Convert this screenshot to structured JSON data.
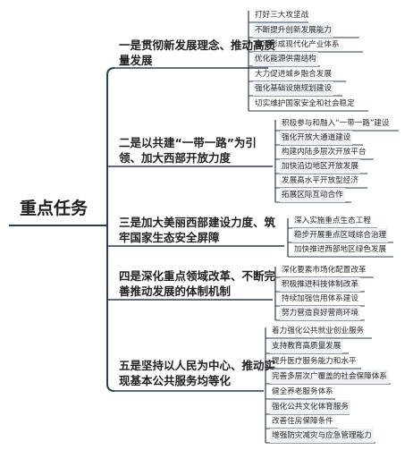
{
  "root": "重点任务",
  "branches": [
    {
      "label": "一是贯彻新发展理念、推动高质量发展",
      "items": [
        "打好三大攻坚战",
        "不断提升创新发展能力",
        "推动形成现代化产业体系",
        "优化能源供需结构",
        "大力促进城乡融合发展",
        "强化基础设施规划建设",
        "切实维护国家安全和社会稳定"
      ]
    },
    {
      "label": "二是以共建“一带一路”为引领、加大西部开放力度",
      "items": [
        "积极参与和融入“一带一路”建设",
        "强化开放大通道建设",
        "构建内陆多层次开放平台",
        "加快沿边地区开放发展",
        "发展高水平开放型经济",
        "拓展区际互动合作"
      ]
    },
    {
      "label": "三是加大美丽西部建设力度、筑牢国家生态安全屏障",
      "items": [
        "深入实施重点生态工程",
        "稳步开展重点区域综合治理",
        "加快推进西部地区绿色发展"
      ]
    },
    {
      "label": "四是深化重点领域改革、不断完善推动发展的体制机制",
      "items": [
        "深化要素市场化配置改革",
        "积极推进科技体制改革",
        "持续加强信用体系建设",
        "努力营造良好营商环境"
      ]
    },
    {
      "label": "五是坚持以人民为中心、推动实现基本公共服务均等化",
      "items": [
        "着力强化公共就业创业服务",
        "支持教育高质量发展",
        "提升医疗服务能力和水平",
        "完善多层次广覆盖的社会保障体系",
        "健全养老服务体系",
        "强化公共文化体育服务",
        "改善住房保障条件",
        "增强防灾减灾与应急管理能力"
      ]
    }
  ]
}
